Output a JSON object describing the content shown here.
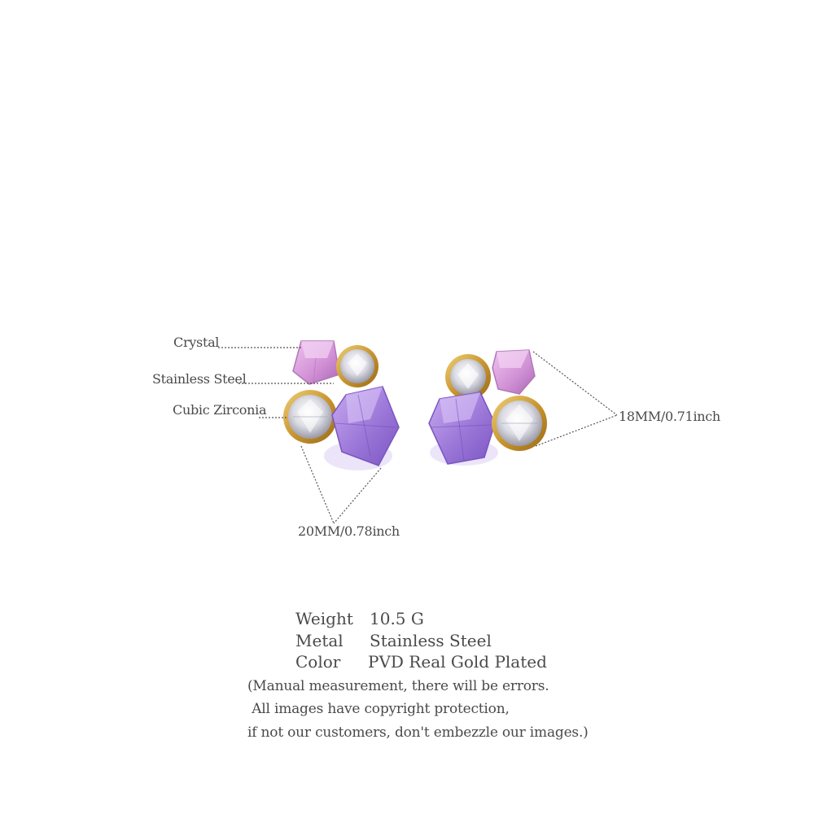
{
  "callouts": {
    "crystal": "Crystal",
    "stainless_steel": "Stainless Steel",
    "cubic_zirconia": "Cubic Zirconia",
    "height": "18MM/0.71inch",
    "width": "20MM/0.78inch"
  },
  "specs": [
    {
      "key": "Weight",
      "value": "10.5 G"
    },
    {
      "key": "Metal",
      "value": "Stainless Steel"
    },
    {
      "key": "Color",
      "value": "PVD Real Gold Plated"
    }
  ],
  "notes": [
    "(Manual measurement, there will be errors.",
    " All images have copyright protection,",
    "if not our customers, don't embezzle our images.)"
  ],
  "colors": {
    "gold": "#c9962e",
    "pink_crystal": "#d79ad6",
    "purple_crystal": "#9b77d8",
    "clear_stone": "#e9e9ef"
  }
}
